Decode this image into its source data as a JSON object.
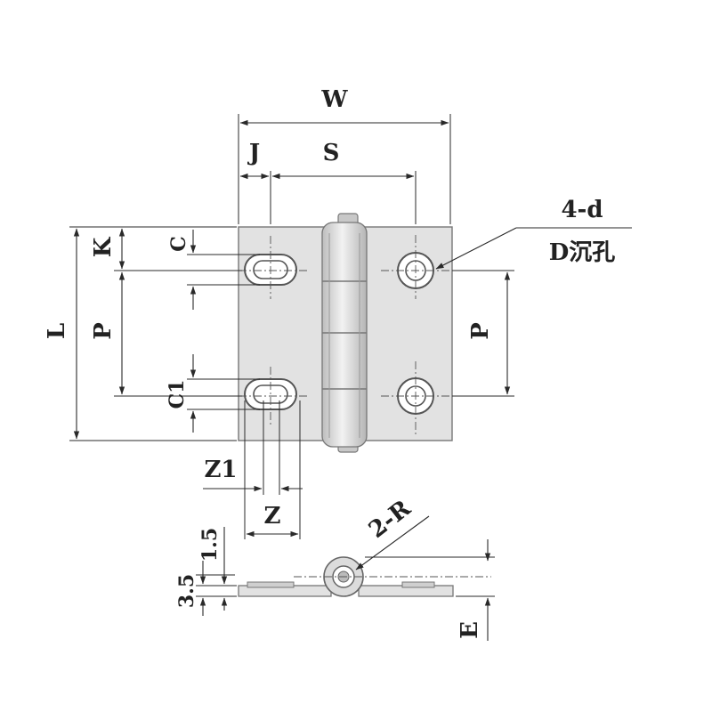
{
  "labels": {
    "W": "W",
    "J": "J",
    "S": "S",
    "count_d": "4-d",
    "countersink": "D沉孔",
    "L": "L",
    "K": "K",
    "P_left": "P",
    "P_right": "P",
    "C": "C",
    "C1": "C1",
    "Z1": "Z1",
    "Z": "Z",
    "count_R": "2-R",
    "dim_1_5": "1.5",
    "dim_3_5": "3.5",
    "E": "E"
  },
  "colors": {
    "line": "#2a2a2a",
    "plate_fill": "#e2e2e2",
    "plate_edge": "#777777",
    "knuckle_fill": "#d0d0d0"
  }
}
